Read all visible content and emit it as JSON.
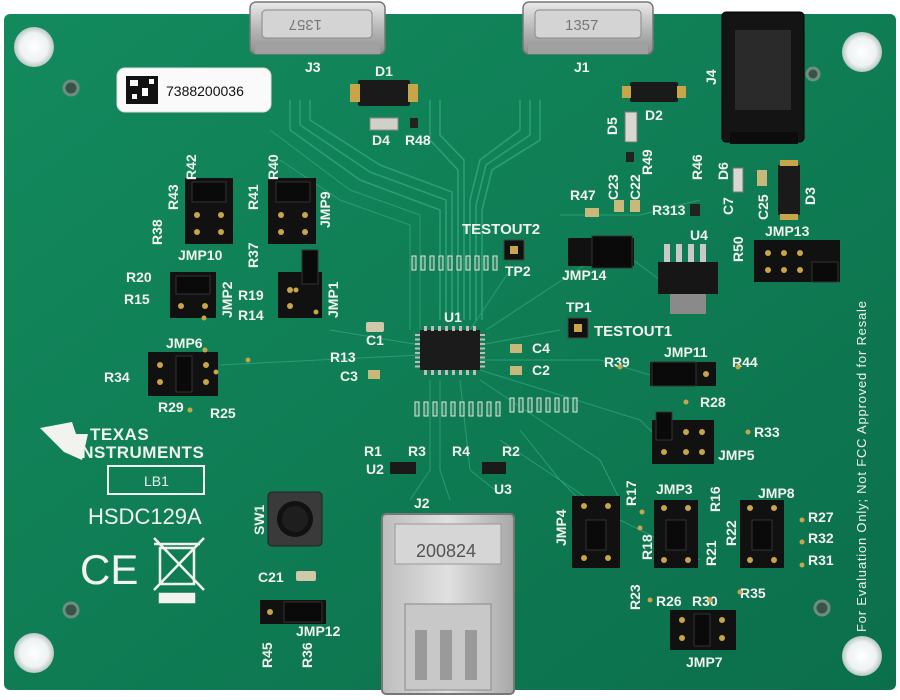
{
  "board": {
    "brand_line1": "Texas",
    "brand_line2": "Instruments",
    "model": "HSDC129A",
    "lb_label": "LB1",
    "serial_number": "7388200036",
    "fcc_notice": "For Evaluation Only; Not FCC Approved for Resale",
    "connector_j2_marking": "200824",
    "connector_j3_marking": "1357",
    "connector_j1_marking": "1357",
    "ce_mark": "CE",
    "colors": {
      "pcb": "#0f7f56",
      "silkscreen": "#f2f2ee",
      "copper_trace": "#2ea27a",
      "pad_gold": "#c9a54a",
      "metal": "#c8c8c8"
    }
  },
  "designators": {
    "J1": "J1",
    "J2": "J2",
    "J3": "J3",
    "J4": "J4",
    "D1": "D1",
    "D2": "D2",
    "D3": "D3",
    "D4": "D4",
    "D5": "D5",
    "D6": "D6",
    "U1": "U1",
    "U2": "U2",
    "U3": "U3",
    "U4": "U4",
    "SW1": "SW1",
    "TP1": "TP1",
    "TP2": "TP2",
    "TESTOUT1": "TESTOUT1",
    "TESTOUT2": "TESTOUT2",
    "C1": "C1",
    "C2": "C2",
    "C3": "C3",
    "C4": "C4",
    "C21": "C21",
    "C22": "C22",
    "C23": "C23",
    "C25": "C25",
    "C7": "C7",
    "R1": "R1",
    "R2": "R2",
    "R3": "R3",
    "R4": "R4",
    "R13": "R13",
    "R14": "R14",
    "R15": "R15",
    "R19": "R19",
    "R20": "R20",
    "R21": "R21",
    "R22": "R22",
    "R23": "R23",
    "R25": "R25",
    "R26": "R26",
    "R27": "R27",
    "R28": "R28",
    "R29": "R29",
    "R30": "R30",
    "R31": "R31",
    "R32": "R32",
    "R33": "R33",
    "R34": "R34",
    "R35": "R35",
    "R36": "R36",
    "R37": "R37",
    "R38": "R38",
    "R39": "R39",
    "R40": "R40",
    "R41": "R41",
    "R42": "R42",
    "R43": "R43",
    "R44": "R44",
    "R45": "R45",
    "R46": "R46",
    "R47": "R47",
    "R48": "R48",
    "R49": "R49",
    "R50": "R50",
    "R16": "R16",
    "R17": "R17",
    "R18": "R18",
    "R313": "R313",
    "JMP1": "JMP1",
    "JMP2": "JMP2",
    "JMP3": "JMP3",
    "JMP4": "JMP4",
    "JMP5": "JMP5",
    "JMP6": "JMP6",
    "JMP7": "JMP7",
    "JMP8": "JMP8",
    "JMP9": "JMP9",
    "JMP10": "JMP10",
    "JMP11": "JMP11",
    "JMP12": "JMP12",
    "JMP13": "JMP13",
    "JMP14": "JMP14"
  }
}
